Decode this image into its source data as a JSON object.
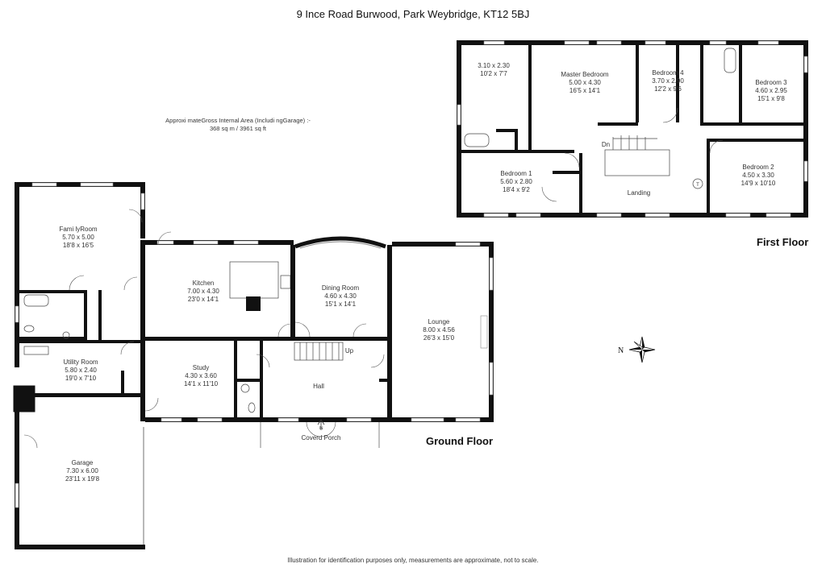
{
  "title": "9 Ince Road Burwood, Park Weybridge, KT12 5BJ",
  "area_note": {
    "line1": "Approxi mateGross Internal Area (Includi ngGarage) :-",
    "line2": "368 sq m / 3961 sq ft"
  },
  "floors": {
    "ground": "Ground Floor",
    "first": "First Floor"
  },
  "ground_rooms": {
    "family": {
      "name": "Fami lyRoom",
      "metric": "5.70 x 5.00",
      "imperial": "18'8 x 16'5"
    },
    "kitchen": {
      "name": "Kitchen",
      "metric": "7.00 x 4.30",
      "imperial": "23'0 x 14'1"
    },
    "dining": {
      "name": "Dining Room",
      "metric": "4.60 x 4.30",
      "imperial": "15'1 x 14'1"
    },
    "lounge": {
      "name": "Lounge",
      "metric": "8.00 x 4.56",
      "imperial": "26'3 x 15'0"
    },
    "utility": {
      "name": "Utility Room",
      "metric": "5.80 x 2.40",
      "imperial": "19'0 x 7'10"
    },
    "study": {
      "name": "Study",
      "metric": "4.30 x 3.60",
      "imperial": "14'1 x 11'10"
    },
    "hall": {
      "name": "Hall"
    },
    "garage": {
      "name": "Garage",
      "metric": "7.30 x 6.00",
      "imperial": "23'11 x 19'8"
    },
    "porch": {
      "name": "Coverd Porch"
    },
    "up": "Up",
    "in": "IN"
  },
  "first_rooms": {
    "dressing": {
      "metric": "3.10 x 2.30",
      "imperial": "10'2 x 7'7"
    },
    "master": {
      "name": "Master Bedroom",
      "metric": "5.00 x 4.30",
      "imperial": "16'5 x 14'1"
    },
    "bed4": {
      "name": "Bedroom 4",
      "metric": "3.70 x 2.90",
      "imperial": "12'2 x 9'6"
    },
    "bed3": {
      "name": "Bedroom 3",
      "metric": "4.60 x 2.95",
      "imperial": "15'1 x 9'8"
    },
    "bed1": {
      "name": "Bedroom 1",
      "metric": "5.60 x 2.80",
      "imperial": "18'4 x 9'2"
    },
    "bed2": {
      "name": "Bedroom 2",
      "metric": "4.50 x 3.30",
      "imperial": "14'9 x 10'10"
    },
    "landing": {
      "name": "Landing"
    },
    "dn": "Dn",
    "tank": "T"
  },
  "compass": {
    "label": "N",
    "icon": "compass-rose-icon"
  },
  "disclaimer": "Illustration for identification purposes only, measurements are approximate, not to scale."
}
